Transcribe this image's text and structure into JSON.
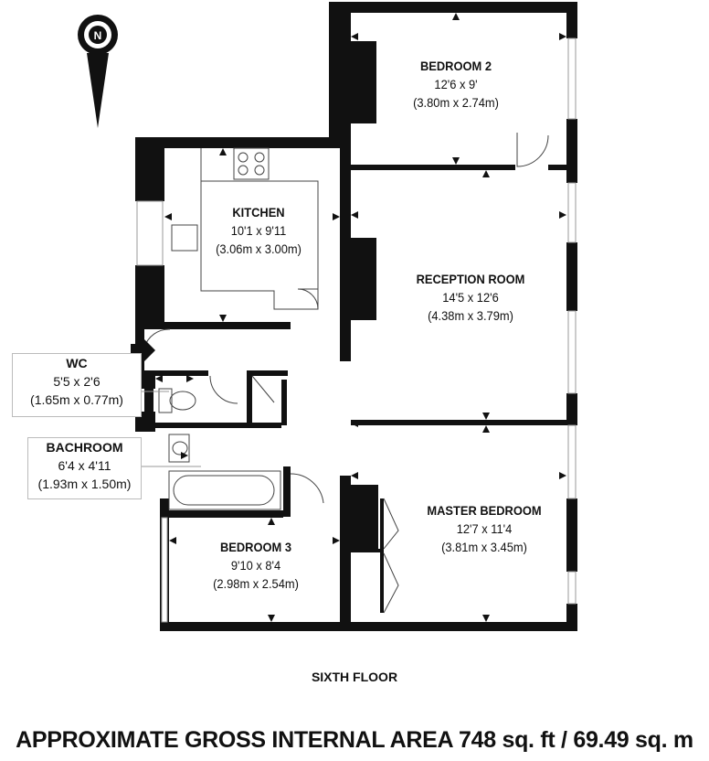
{
  "floor_label": "SIXTH FLOOR",
  "area_label": "APPROXIMATE GROSS INTERNAL AREA 748 sq. ft / 69.49 sq. m",
  "compass": {
    "letter": "N",
    "icon": "compass-north-icon"
  },
  "rooms": {
    "bedroom2": {
      "name": "BEDROOM 2",
      "imperial": "12'6 x 9'",
      "metric": "(3.80m x 2.74m)"
    },
    "kitchen": {
      "name": "KITCHEN",
      "imperial": "10'1 x 9'11",
      "metric": "(3.06m x 3.00m)"
    },
    "reception": {
      "name": "RECEPTION ROOM",
      "imperial": "14'5 x 12'6",
      "metric": "(4.38m x 3.79m)"
    },
    "wc": {
      "name": "WC",
      "imperial": "5'5 x 2'6",
      "metric": "(1.65m x 0.77m)"
    },
    "bathroom": {
      "name": "BACHROOM",
      "imperial": "6'4 x 4'11",
      "metric": "(1.93m x 1.50m)"
    },
    "bedroom3": {
      "name": "BEDROOM 3",
      "imperial": "9'10 x 8'4",
      "metric": "(2.98m x 2.54m)"
    },
    "master": {
      "name": "MASTER BEDROOM",
      "imperial": "12'7 x 11'4",
      "metric": "(3.81m x 3.45m)"
    }
  },
  "colors": {
    "wall": "#111111",
    "window": "#cfcfcf",
    "callout_border": "#bbbbbb"
  }
}
